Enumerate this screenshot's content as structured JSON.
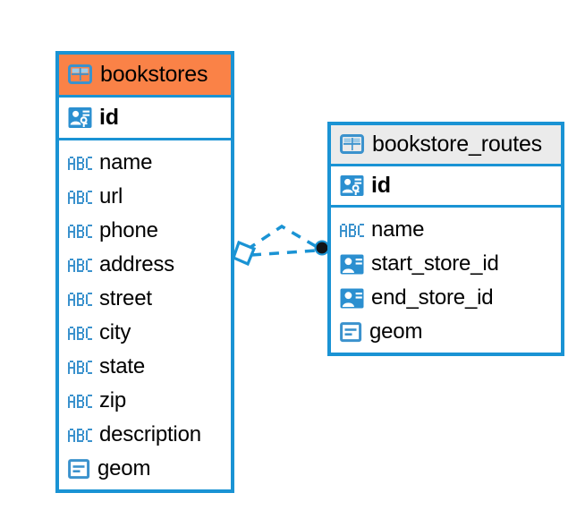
{
  "diagram": {
    "type": "entity-relationship-diagram",
    "background": "#ffffff",
    "accent_color": "#1a93d4",
    "highlight_color": "#fa8247",
    "neutral_header_color": "#ebebeb"
  },
  "tables": [
    {
      "name": "bookstores",
      "header_style": "accent",
      "table_icon": "table-icon",
      "primary_key": {
        "label": "id",
        "icon": "primary-key-icon"
      },
      "fields": [
        {
          "label": "name",
          "icon": "abc-icon"
        },
        {
          "label": "url",
          "icon": "abc-icon"
        },
        {
          "label": "phone",
          "icon": "abc-icon"
        },
        {
          "label": "address",
          "icon": "abc-icon"
        },
        {
          "label": "street",
          "icon": "abc-icon"
        },
        {
          "label": "city",
          "icon": "abc-icon"
        },
        {
          "label": "state",
          "icon": "abc-icon"
        },
        {
          "label": "zip",
          "icon": "abc-icon"
        },
        {
          "label": "description",
          "icon": "abc-icon"
        },
        {
          "label": "geom",
          "icon": "geometry-icon"
        }
      ]
    },
    {
      "name": "bookstore_routes",
      "header_style": "neutral",
      "table_icon": "table-icon",
      "primary_key": {
        "label": "id",
        "icon": "primary-key-icon"
      },
      "fields": [
        {
          "label": "name",
          "icon": "abc-icon"
        },
        {
          "label": "start_store_id",
          "icon": "foreign-key-icon"
        },
        {
          "label": "end_store_id",
          "icon": "foreign-key-icon"
        },
        {
          "label": "geom",
          "icon": "geometry-icon"
        }
      ]
    }
  ],
  "relationship": {
    "source_endpoint": "diamond-endpoint",
    "target_endpoint": "circle-endpoint",
    "line_style": "dashed"
  }
}
